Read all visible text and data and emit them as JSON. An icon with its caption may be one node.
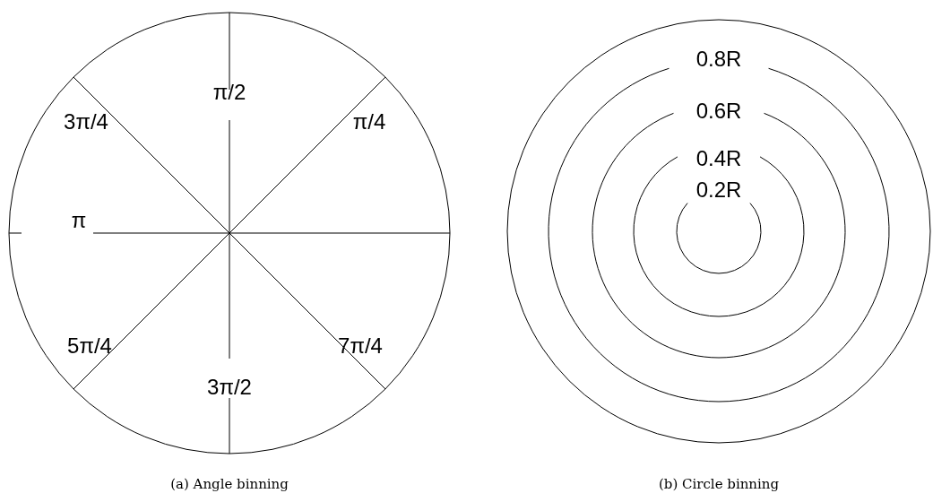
{
  "diagram": {
    "labels": [
      "π/2",
      "3π/4",
      "π/4",
      "π",
      "5π/4",
      "7π/4",
      "3π/2",
      "0.8R",
      "0.6R",
      "0.4R",
      "0.2R",
      "(a) Angle binning",
      "(b) Circle binning"
    ]
  }
}
